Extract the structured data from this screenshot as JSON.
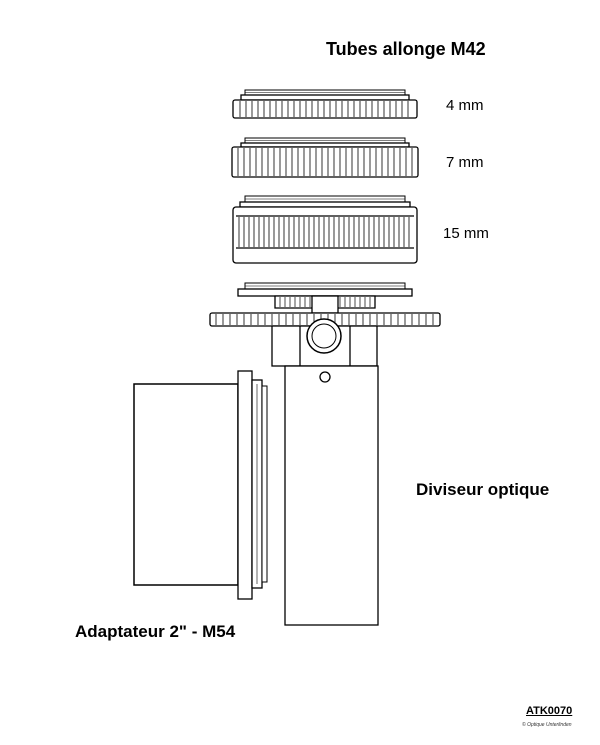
{
  "title": "Tubes allonge M42",
  "tubes": [
    {
      "label": "4 mm"
    },
    {
      "label": "7 mm"
    },
    {
      "label": "15 mm"
    }
  ],
  "splitter_label": "Diviseur optique",
  "adapter_label": "Adaptateur 2\" - M54",
  "reference": "ATK0070",
  "copyright": "© Optique Unterlinden"
}
